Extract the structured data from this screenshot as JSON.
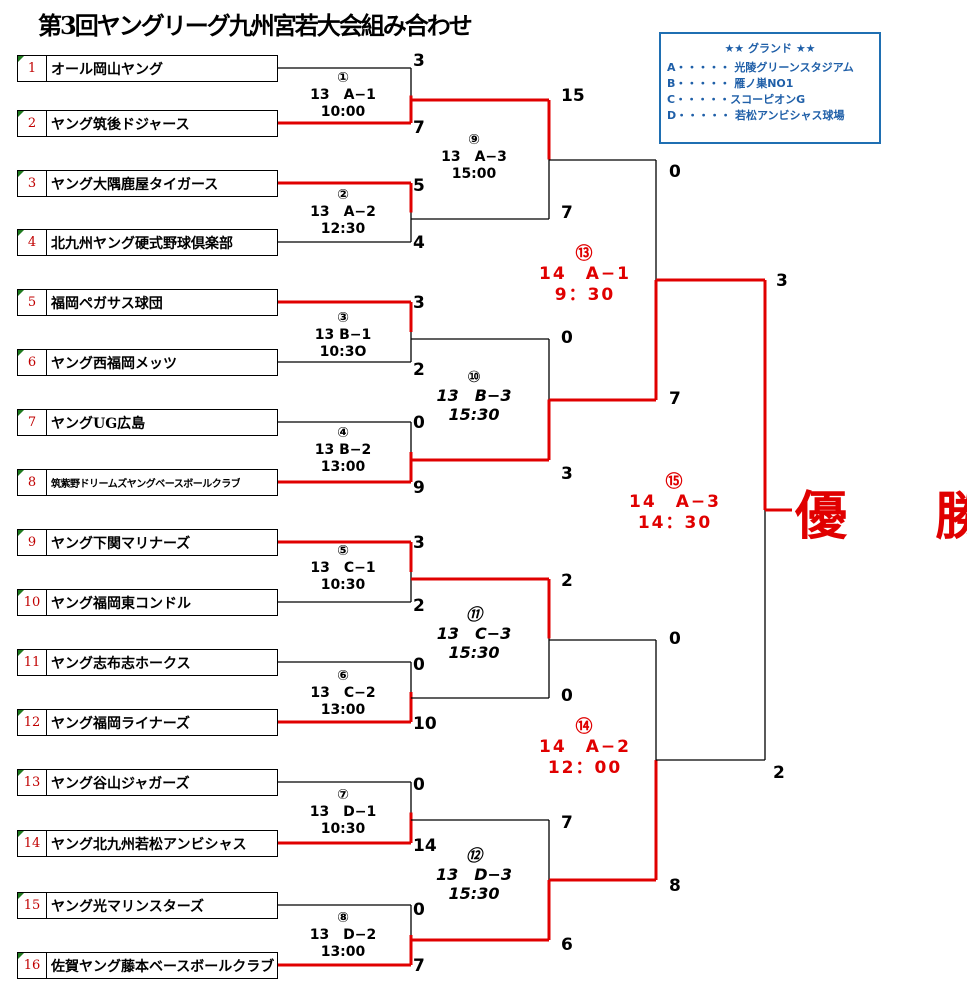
{
  "title": "第3回ヤングリーグ九州宮若大会組み合わせ",
  "legend": {
    "header": "★★ グランド ★★",
    "items": [
      "A・・・・・ 光陵グリーンスタジアム",
      "B・・・・・ 雁ノ巣NO1",
      "C・・・・・スコーピオンG",
      "D・・・・・ 若松アンビシャス球場"
    ]
  },
  "teams": [
    {
      "seed": "1",
      "name": "オール岡山ヤング"
    },
    {
      "seed": "2",
      "name": "ヤング筑後ドジャース"
    },
    {
      "seed": "3",
      "name": "ヤング大隅鹿屋タイガース"
    },
    {
      "seed": "4",
      "name": "北九州ヤング硬式野球倶楽部"
    },
    {
      "seed": "5",
      "name": "福岡ペガサス球団"
    },
    {
      "seed": "6",
      "name": "ヤング西福岡メッツ"
    },
    {
      "seed": "7",
      "name": "ヤングUG広島"
    },
    {
      "seed": "8",
      "name": "筑紫野ドリームズヤングベースボールクラブ"
    },
    {
      "seed": "9",
      "name": "ヤング下関マリナーズ"
    },
    {
      "seed": "10",
      "name": "ヤング福岡東コンドル"
    },
    {
      "seed": "11",
      "name": "ヤング志布志ホークス"
    },
    {
      "seed": "12",
      "name": "ヤング福岡ライナーズ"
    },
    {
      "seed": "13",
      "name": "ヤング谷山ジャガーズ"
    },
    {
      "seed": "14",
      "name": "ヤング北九州若松アンビシャス"
    },
    {
      "seed": "15",
      "name": "ヤング光マリンスターズ"
    },
    {
      "seed": "16",
      "name": "佐賀ヤング藤本ベースボールクラブ"
    }
  ],
  "matches": [
    {
      "no": "①",
      "info": "13　A−1",
      "time": "10:00"
    },
    {
      "no": "②",
      "info": "13　A−2",
      "time": "12:30"
    },
    {
      "no": "③",
      "info": "13 B−1",
      "time": "10:3O"
    },
    {
      "no": "④",
      "info": "13 B−2",
      "time": "13:00"
    },
    {
      "no": "⑤",
      "info": "13　C−1",
      "time": "10:30"
    },
    {
      "no": "⑥",
      "info": "13　C−2",
      "time": "13:00"
    },
    {
      "no": "⑦",
      "info": "13　D−1",
      "time": "10:30"
    },
    {
      "no": "⑧",
      "info": "13　D−2",
      "time": "13:00"
    },
    {
      "no": "⑨",
      "info": "13　A−3",
      "time": "15:00"
    },
    {
      "no": "⑩",
      "info": "13　B−3",
      "time": "15:30"
    },
    {
      "no": "⑪",
      "info": "13　C−3",
      "time": "15:30"
    },
    {
      "no": "⑫",
      "info": "13　D−3",
      "time": "15:30"
    },
    {
      "no": "⑬",
      "info": "14　A−1",
      "time": "9：30"
    },
    {
      "no": "⑭",
      "info": "14　A−2",
      "time": "12：00"
    },
    {
      "no": "⑮",
      "info": "14　A−3",
      "time": "14：30"
    }
  ],
  "scores": {
    "r1": [
      "3",
      "7",
      "5",
      "4",
      "3",
      "2",
      "0",
      "9",
      "3",
      "2",
      "0",
      "10",
      "0",
      "14",
      "0",
      "7"
    ],
    "r2": [
      "15",
      "7",
      "0",
      "3",
      "2",
      "0",
      "7",
      "6"
    ],
    "r3": [
      "0",
      "7",
      "0",
      "8"
    ],
    "r4": [
      "3",
      "2"
    ]
  },
  "champion": "優　勝",
  "colors": {
    "win": "#e00000",
    "line": "#000000",
    "legend": "#1f6fb2",
    "seed": "#c00000"
  }
}
